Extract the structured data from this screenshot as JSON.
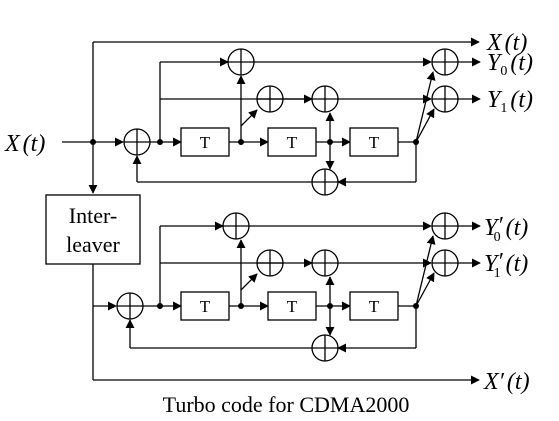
{
  "register_label": "T",
  "interleaver": {
    "line1": "Inter-",
    "line2": "leaver"
  },
  "signals": {
    "input": {
      "name": "X",
      "arg": "(t)"
    },
    "x_out": {
      "name": "X",
      "arg": "(t)"
    },
    "y0": {
      "name": "Y",
      "sub": "0",
      "arg": "(t)"
    },
    "y1": {
      "name": "Y",
      "sub": "1",
      "arg": "(t)"
    },
    "y0p": {
      "name": "Y",
      "prime": "′",
      "sub": "0",
      "arg": "(t)"
    },
    "y1p": {
      "name": "Y",
      "prime": "′",
      "sub": "1",
      "arg": "(t)"
    },
    "xp_out": {
      "name": "X",
      "prime": "′",
      "arg": "(t)"
    }
  },
  "caption": "Turbo code for CDMA2000"
}
